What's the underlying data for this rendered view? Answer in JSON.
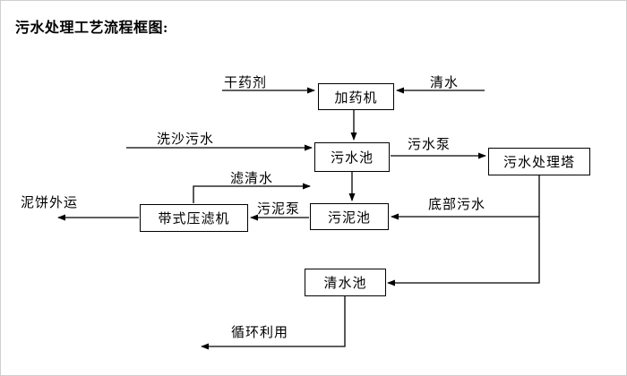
{
  "title": "污水处理工艺流程框图:",
  "colors": {
    "line": "#000000",
    "box_border": "#000000",
    "background": "#ffffff"
  },
  "nodes": {
    "dosing_machine": "加药机",
    "sewage_pool": "污水池",
    "treatment_tower": "污水处理塔",
    "sludge_pool": "污泥池",
    "belt_filter_press": "带式压滤机",
    "clean_water_pool": "清水池"
  },
  "edges": [
    {
      "from": "external",
      "to": "dosing_machine",
      "label": "干药剂"
    },
    {
      "from": "external",
      "to": "dosing_machine",
      "label": "清水"
    },
    {
      "from": "dosing_machine",
      "to": "sewage_pool",
      "label": ""
    },
    {
      "from": "external",
      "to": "sewage_pool",
      "label": "洗沙污水"
    },
    {
      "from": "sewage_pool",
      "to": "treatment_tower",
      "label": "污水泵"
    },
    {
      "from": "sewage_pool",
      "to": "sludge_pool",
      "label": ""
    },
    {
      "from": "treatment_tower",
      "to": "sludge_pool",
      "label": "底部污水"
    },
    {
      "from": "treatment_tower",
      "to": "clean_water_pool",
      "label": ""
    },
    {
      "from": "sludge_pool",
      "to": "belt_filter_press",
      "label": "污泥泵"
    },
    {
      "from": "belt_filter_press",
      "to": "external",
      "label": "泥饼外运"
    },
    {
      "from": "belt_filter_press",
      "to": "sewage_pool",
      "label": "滤清水"
    },
    {
      "from": "clean_water_pool",
      "to": "external",
      "label": "循环利用"
    }
  ]
}
